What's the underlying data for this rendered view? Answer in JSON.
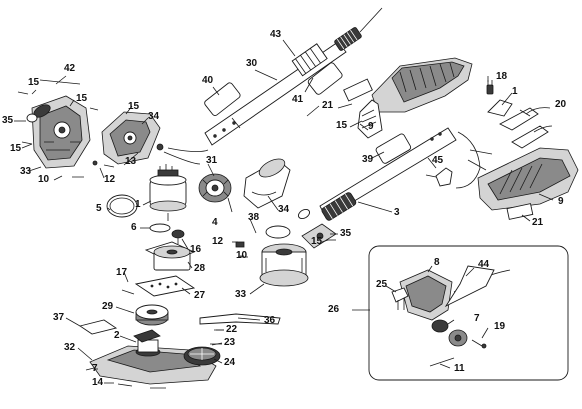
{
  "diagram": {
    "labels": {
      "l1a": "1",
      "l1b": "1",
      "l2": "2",
      "l3": "3",
      "l4": "4",
      "l5": "5",
      "l6": "6",
      "l7": "7",
      "l8": "8",
      "l9a": "9",
      "l9b": "9",
      "l10a": "10",
      "l10b": "10",
      "l11": "11",
      "l12a": "12",
      "l12b": "12",
      "l13": "13",
      "l14": "14",
      "l15a": "15",
      "l15b": "15",
      "l15c": "15",
      "l15d": "15",
      "l15e": "15",
      "l15f": "15",
      "l16": "16",
      "l17": "17",
      "l18": "18",
      "l19": "19",
      "l20": "20",
      "l21a": "21",
      "l21b": "21",
      "l22": "22",
      "l23": "23",
      "l24": "24",
      "l25": "25",
      "l26": "26",
      "l27": "27",
      "l28": "28",
      "l29": "29",
      "l30": "30",
      "l31": "31",
      "l32": "32",
      "l33a": "33",
      "l33b": "33",
      "l34a": "34",
      "l34b": "34",
      "l35a": "35",
      "l35b": "35",
      "l36": "36",
      "l37": "37",
      "l38": "38",
      "l39": "39",
      "l40": "40",
      "l41": "41",
      "l42": "42",
      "l43": "43",
      "l44": "44",
      "l45": "45"
    }
  }
}
